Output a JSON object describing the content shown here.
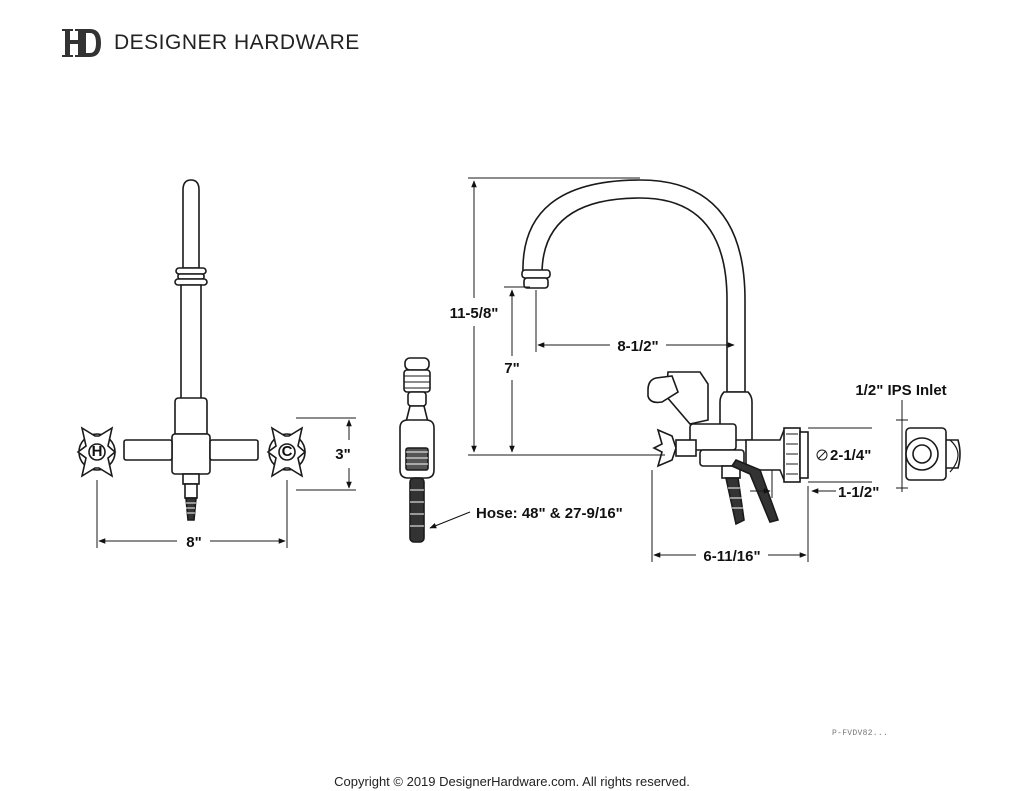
{
  "brand": {
    "monogram": "HD",
    "name": "DESIGNER HARDWARE"
  },
  "front_view": {
    "handle_hot_mark": "H",
    "handle_cold_mark": "C",
    "dim_width": "8\"",
    "dim_height": "3\""
  },
  "sprayer": {
    "dim_hose": "Hose: 48\" & 27-9/16\""
  },
  "side_view": {
    "dim_total_height": "11-5/8\"",
    "dim_spout_height": "7\"",
    "dim_spout_reach": "8-1/2\"",
    "dim_depth": "6-11/16\"",
    "dim_flange_diameter": "2-1/4\"",
    "dim_flange_offset": "1-1/2\""
  },
  "inlet_view": {
    "label": "1/2\" IPS Inlet"
  },
  "footer": {
    "part_number": "P-FVDV82...",
    "copyright": "Copyright © 2019 DesignerHardware.com. All rights reserved."
  },
  "colors": {
    "line": "#1a1a1a",
    "background": "#ffffff"
  }
}
